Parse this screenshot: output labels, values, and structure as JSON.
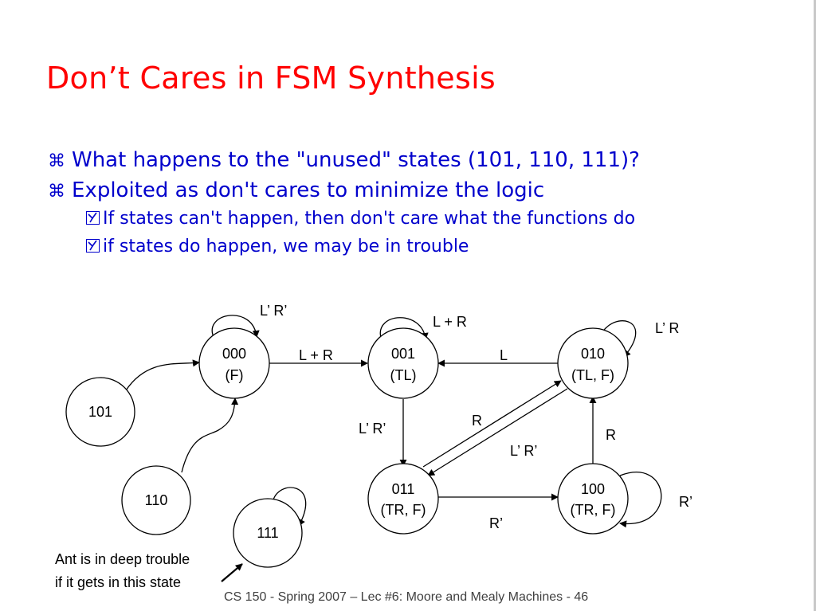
{
  "title": "Don’t Cares in FSM Synthesis",
  "bullets": [
    {
      "marker": "⌘",
      "text": "What happens to the \"unused\" states (101, 110, 111)?"
    },
    {
      "marker": "⌘",
      "text": "Exploited as don't cares to minimize the logic",
      "sub": [
        "If states can't happen, then don't care what the functions do",
        "if states do happen, we may be in trouble"
      ]
    }
  ],
  "states": [
    {
      "id": "s000",
      "code": "000",
      "output": "(F)"
    },
    {
      "id": "s001",
      "code": "001",
      "output": "(TL)"
    },
    {
      "id": "s010",
      "code": "010",
      "output": "(TL, F)"
    },
    {
      "id": "s011",
      "code": "011",
      "output": "(TR, F)"
    },
    {
      "id": "s100",
      "code": "100",
      "output": "(TR, F)"
    },
    {
      "id": "s101",
      "code": "101",
      "output": ""
    },
    {
      "id": "s110",
      "code": "110",
      "output": ""
    },
    {
      "id": "s111",
      "code": "111",
      "output": ""
    }
  ],
  "transitions": {
    "loop_000": "L’ R’",
    "loop_001": "L + R",
    "loop_010": "L’ R",
    "loop_100": "R’",
    "t000_001": "L + R",
    "t010_001": "L",
    "t001_011": "L’ R’",
    "t011_010": "R",
    "t010_011": "L’ R’",
    "t100_010": "R",
    "t011_100": "R’"
  },
  "annotation": {
    "line1": "Ant is in deep trouble",
    "line2": "if it gets in this state"
  },
  "footer": "CS 150 - Spring 2007 – Lec #6: Moore and Mealy Machines - 46"
}
